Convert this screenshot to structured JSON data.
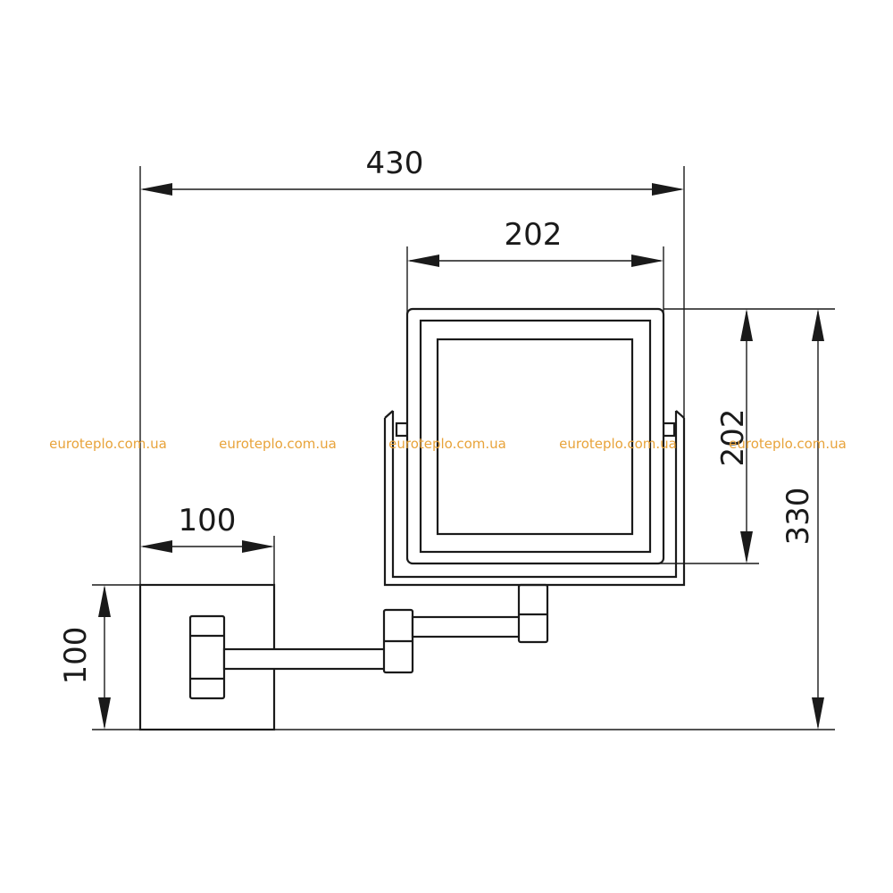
{
  "dimensions": {
    "overall_width": "430",
    "mirror_width": "202",
    "mirror_height": "202",
    "overall_height": "330",
    "plate_width": "100",
    "plate_height": "100"
  },
  "watermark": {
    "text": "euroteplo.com.ua",
    "color": "#e8a33a"
  },
  "colors": {
    "line": "#1a1a1a",
    "background": "#ffffff"
  }
}
